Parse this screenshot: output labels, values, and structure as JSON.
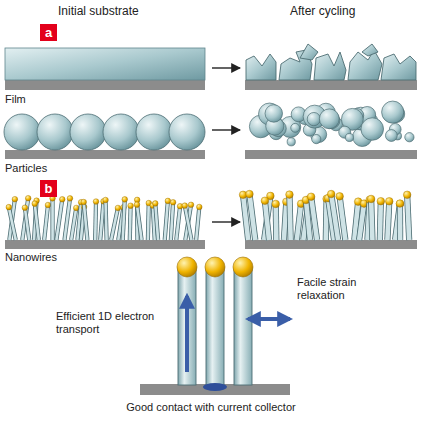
{
  "diagram": {
    "nodes": [
      {
        "text": [
          "a"
        ]
      },
      {
        "text": [
          "b"
        ]
      }
    ],
    "labels": [
      "Initial substrate",
      "After cycling",
      "Film",
      "Particles",
      "Nanowires",
      "Efficient 1D electron transport",
      "Facile strain relaxation",
      "Good contact with current collector"
    ]
  }
}
